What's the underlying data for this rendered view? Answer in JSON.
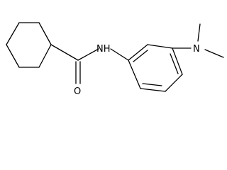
{
  "molecule": {
    "atoms": {
      "amide_nh": "NH",
      "carbonyl_o": "O",
      "amine_n": "N"
    }
  }
}
